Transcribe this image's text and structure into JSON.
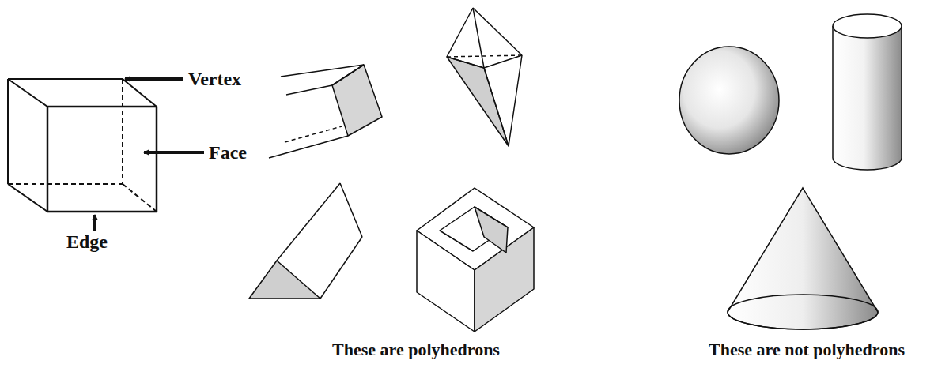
{
  "diagram": {
    "labels": [
      "Vertex",
      "Face",
      "Edge",
      "These are polyhedrons",
      "These are not polyhedrons"
    ]
  }
}
